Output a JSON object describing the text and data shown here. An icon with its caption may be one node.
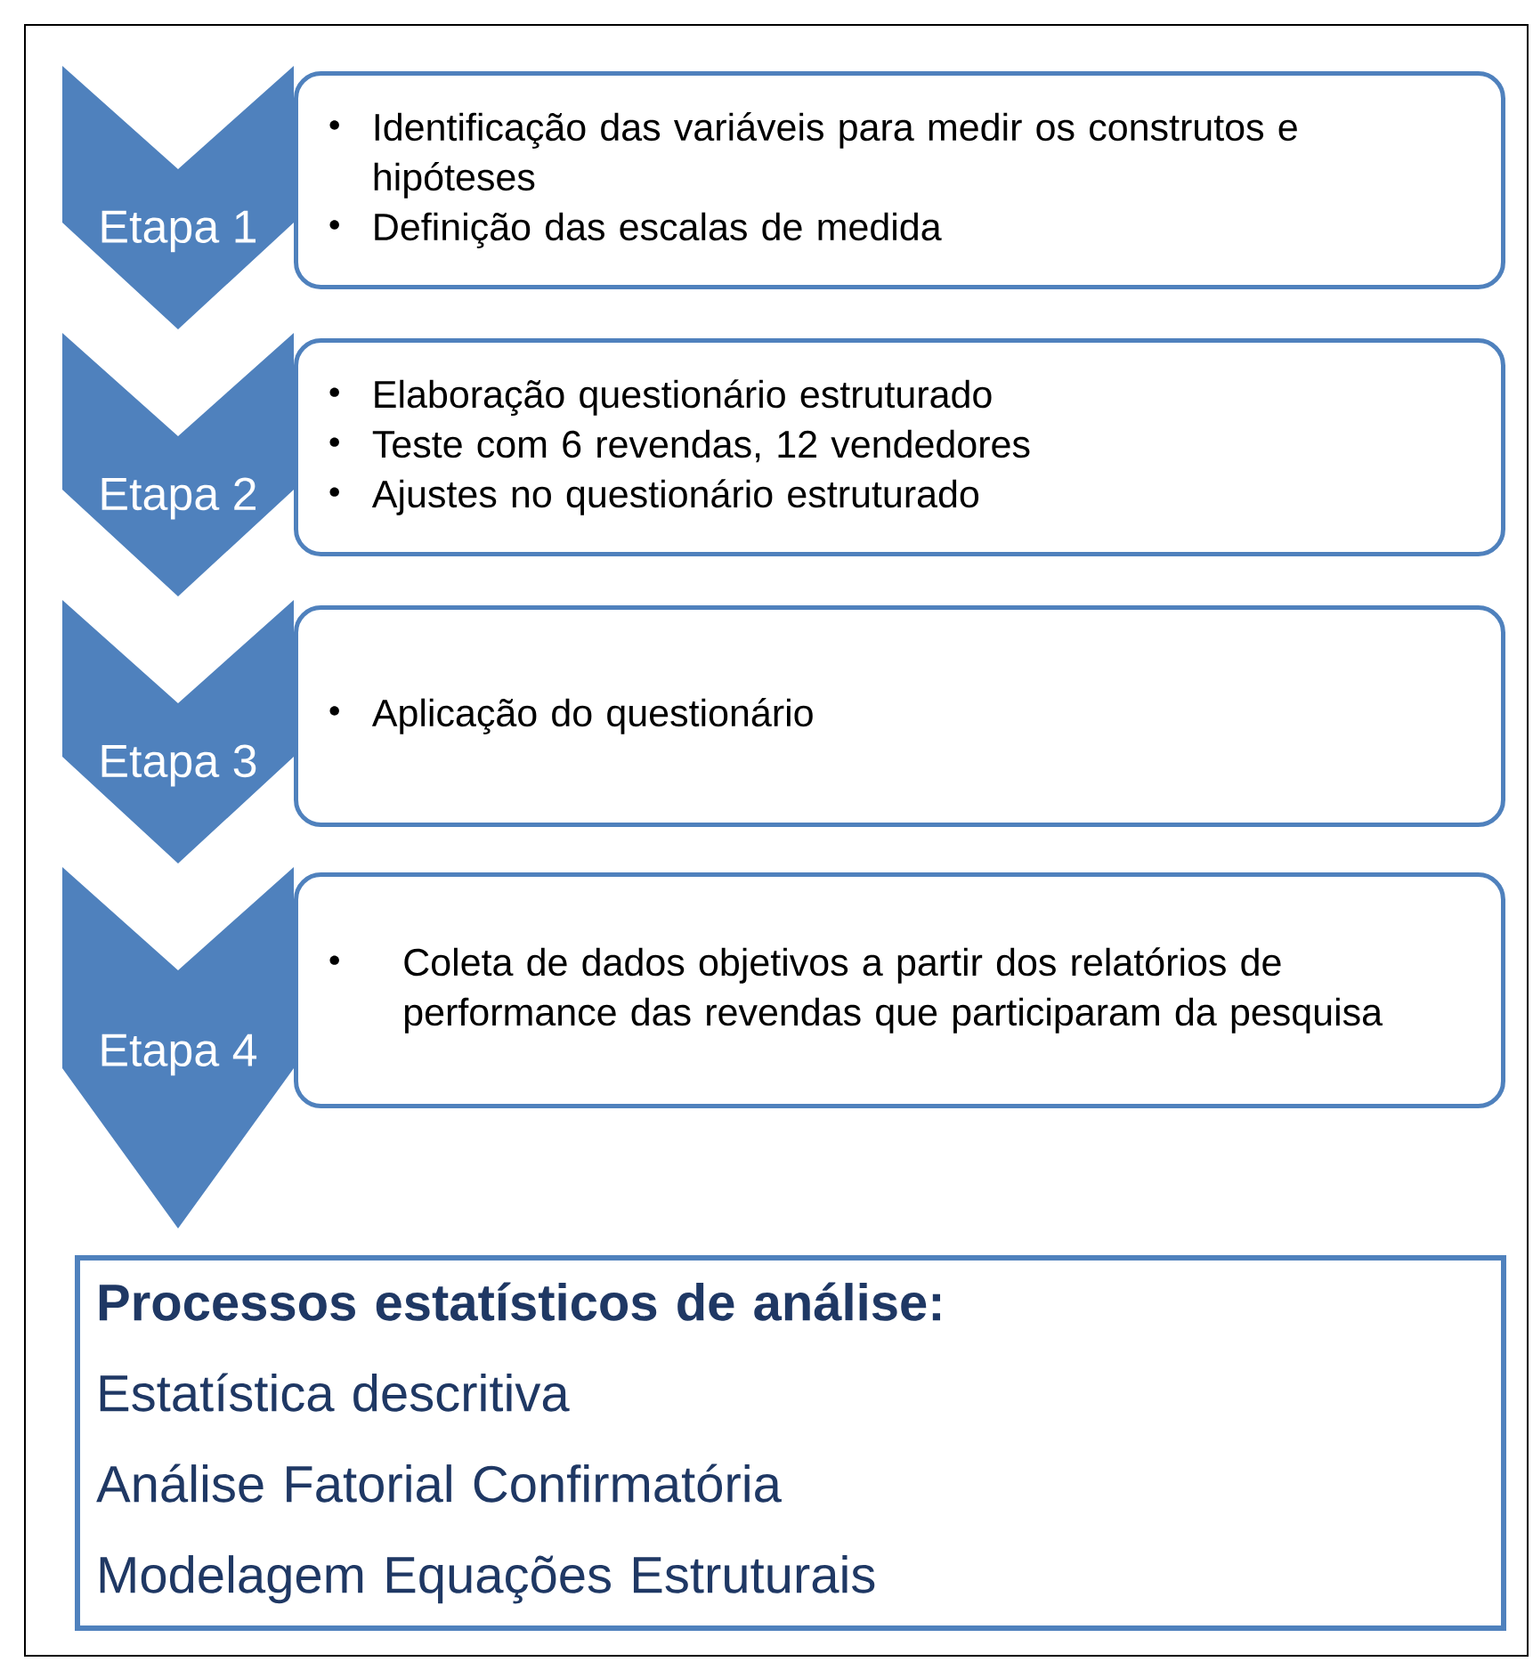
{
  "diagram": {
    "nodes": [
      {
        "text": [
          "Etapa 1"
        ]
      },
      {
        "text": [
          "Identificação das variáveis para medir os construtos e hipóteses",
          "Definição das escalas de medida"
        ]
      },
      {
        "text": [
          "Etapa 2"
        ]
      },
      {
        "text": [
          "Elaboração questionário estruturado",
          "Teste com 6 revendas, 12 vendedores",
          "Ajustes no questionário estruturado"
        ]
      },
      {
        "text": [
          "Etapa 3"
        ]
      },
      {
        "text": [
          "Aplicação do questionário"
        ]
      },
      {
        "text": [
          "Etapa 4"
        ]
      },
      {
        "text": [
          "Coleta de dados objetivos a partir dos relatórios de performance das revendas que participaram da pesquisa"
        ]
      },
      {
        "text": [
          "Processos estatísticos de análise:",
          "Estatística descritiva",
          "Análise Fatorial Confirmatória",
          "Modelagem Equações Estruturais"
        ]
      }
    ]
  }
}
